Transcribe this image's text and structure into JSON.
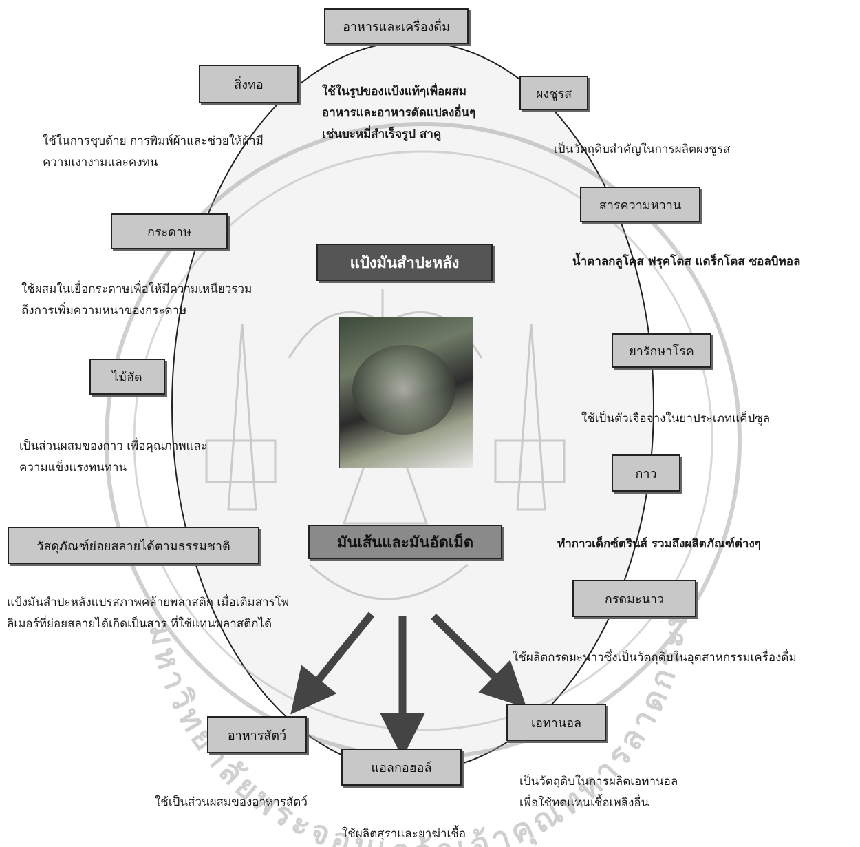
{
  "center": {
    "title": "แป้งมันสำปะหลัง",
    "subtitle": "มันเส้นและมันอัดเม็ด"
  },
  "nodes": {
    "food": {
      "label": "อาหารและเครื่องดื่ม",
      "desc": [
        "ใช้ในรูปของแป้งแท้ๆเพื่อผสม",
        "อาหารและอาหารดัดแปลงอื่นๆ",
        "เช่นบะหมี่สำเร็จรูป สาคู"
      ]
    },
    "textile": {
      "label": "สิ่งทอ",
      "desc": [
        "ใช้ในการชุบด้าย การพิมพ์ผ้าและช่วยให้ผ้ามี",
        "ความเงางามและคงทน"
      ]
    },
    "msg": {
      "label": "ผงชูรส",
      "desc": [
        "เป็นวัตถุดิบสำคัญในการผลิตผงชูรส"
      ]
    },
    "sweetener": {
      "label": "สารความหวาน",
      "desc": [
        "น้ำตาลกลูโคส ฟรุคโตส แดร็กโตส ซอลบิทอล"
      ]
    },
    "paper": {
      "label": "กระดาษ",
      "desc": [
        "ใช้ผสมในเยื่อกระดาษเพื่อให้มีความเหนียวรวม",
        "ถึงการเพิ่มความหนาของกระดาษ"
      ]
    },
    "medicine": {
      "label": "ยารักษาโรค",
      "desc": [
        "ใช้เป็นตัวเจือจางในยาประเภทแค็ปซูล"
      ]
    },
    "plywood": {
      "label": "ไม้อัด",
      "desc": [
        "เป็นส่วนผสมของกาว เพื่อคุณภาพและ",
        "ความแข็งแรงทนทาน"
      ]
    },
    "glue": {
      "label": "กาว",
      "desc": [
        "ทำกาวเด็กซ์ตรินส์ รวมถึงผลิตภัณฑ์ต่างๆ"
      ]
    },
    "biodegradable": {
      "label": "วัสดุภัณฑ์ย่อยสลายได้ตามธรรมชาติ",
      "desc": [
        "แป้งมันสำปะหลังแปรสภาพคล้ายพลาสติก เมื่อเติมสารโพ",
        "ลิเมอร์ที่ย่อยสลายได้เกิดเป็นสาร ที่ใช้แทนพลาสติกได้"
      ]
    },
    "citric": {
      "label": "กรดมะนาว",
      "desc": [
        "ใช้ผลิตกรดมะนาวซึ่งเป็นวัตถุดิบในอุตสาหกรรมเครื่องดื่ม"
      ]
    },
    "animal": {
      "label": "อาหารสัตว์",
      "desc": [
        "ใช้เป็นส่วนผสมของอาหารสัตว์"
      ]
    },
    "alcohol": {
      "label": "แอลกอฮอล์",
      "desc": [
        "ใช้ผลิตสุราและยาฆ่าเชื้อ"
      ]
    },
    "ethanol": {
      "label": "เอทานอล",
      "desc": [
        "เป็นวัตถุดิบในการผลิตเอทานอล",
        "เพื่อใช้ทดแทนเชื้อเพลิงอื่น"
      ]
    }
  },
  "watermark": {
    "text": "มหาวิทยาลัยพระจอมเกล้าเจ้าคุณทหารลาดกระบัง"
  },
  "colors": {
    "box_fill": "#c8c8c8",
    "center_fill": "#555555",
    "arrow": "#444444",
    "ellipse_fill": "#f4f4f4"
  }
}
